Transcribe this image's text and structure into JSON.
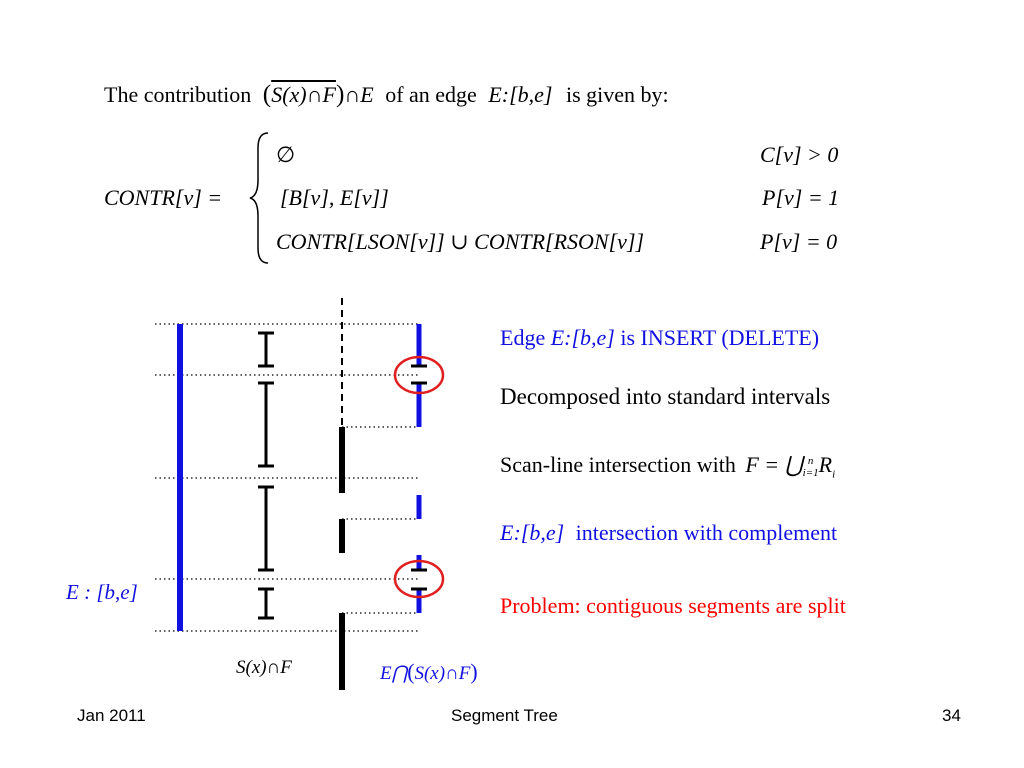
{
  "intro": {
    "prefix": "The contribution",
    "formula_inner": "S(x)∩F",
    "formula_suffix": "∩E",
    "mid": "of an edge",
    "edge": "E:[b,e]",
    "suffix": "is given by:"
  },
  "contr": {
    "lhs": "CONTR[v] =",
    "case1_value": "∅",
    "case1_cond": "C[v] > 0",
    "case2_value": "[B[v], E[v]]",
    "case2_cond": "P[v] = 1",
    "case3_value": "CONTR[LSON[v]] ∪ CONTR[RSON[v]]",
    "case3_cond": "P[v] = 0"
  },
  "bullets": {
    "b1_prefix": "Edge",
    "b1_edge": "E:[b,e]",
    "b1_suffix": "is INSERT (DELETE)",
    "b2": "Decomposed into standard intervals",
    "b3_prefix": "Scan-line intersection with",
    "b3_formula": "F = ⋃",
    "b3_sup": "n",
    "b3_sub": "i=1",
    "b3_var": "R",
    "b3_var_sub": "i",
    "b4_edge": "E:[b,e]",
    "b4_suffix": "intersection with complement",
    "b5": "Problem: contiguous segments are split"
  },
  "diagram": {
    "edge_label": "E :  [b,e]",
    "label_sx": "S(x)∩F",
    "label_e_prefix": "E⋂",
    "label_e_inner": "S(x)∩F"
  },
  "footer": {
    "left": "Jan 2011",
    "center": "Segment Tree",
    "right": "34"
  },
  "colors": {
    "blue": "#1010e0",
    "red": "#ff0000",
    "circle": "#e02020",
    "black": "#000000"
  }
}
